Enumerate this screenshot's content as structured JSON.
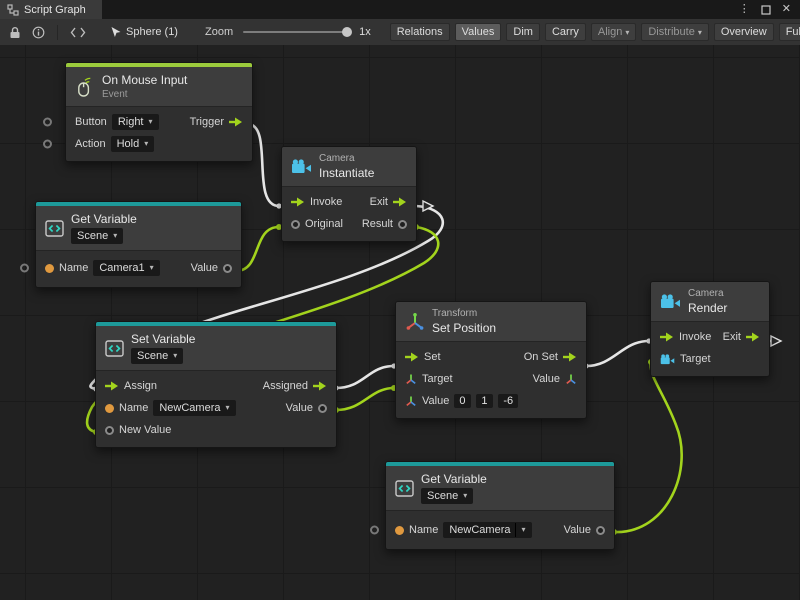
{
  "window": {
    "tab_title": "Script Graph"
  },
  "icons": {
    "menu": "⋮",
    "close": "✕",
    "dropdown_arrow": "▾"
  },
  "toolbar": {
    "target": "Sphere (1)",
    "zoom_label": "Zoom",
    "zoom_value": "1x",
    "buttons": {
      "relations": "Relations",
      "values": "Values",
      "dim": "Dim",
      "carry": "Carry",
      "align": "Align",
      "distribute": "Distribute",
      "overview": "Overview",
      "fullscreen": "Full Screen"
    }
  },
  "nodes": {
    "on_mouse_input": {
      "title": "On Mouse Input",
      "subtitle": "Event",
      "rows": {
        "button_label": "Button",
        "button_value": "Right",
        "trigger_label": "Trigger",
        "action_label": "Action",
        "action_value": "Hold"
      }
    },
    "instantiate": {
      "category": "Camera",
      "title": "Instantiate",
      "rows": {
        "invoke": "Invoke",
        "exit": "Exit",
        "original": "Original",
        "result": "Result"
      }
    },
    "get_variable_camera1": {
      "title": "Get Variable",
      "kind": "Scene",
      "rows": {
        "name_label": "Name",
        "name_value": "Camera1",
        "value_label": "Value"
      }
    },
    "set_variable": {
      "title": "Set Variable",
      "kind": "Scene",
      "rows": {
        "assign": "Assign",
        "assigned": "Assigned",
        "name_label": "Name",
        "name_value": "NewCamera",
        "value_label": "Value",
        "new_value_label": "New Value"
      }
    },
    "set_position": {
      "category": "Transform",
      "title": "Set Position",
      "rows": {
        "set": "Set",
        "on_set": "On Set",
        "target": "Target",
        "value_out": "Value",
        "value_label": "Value",
        "x": "0",
        "y": "1",
        "z": "-6"
      }
    },
    "render": {
      "category": "Camera",
      "title": "Render",
      "rows": {
        "invoke": "Invoke",
        "exit": "Exit",
        "target": "Target"
      }
    },
    "get_variable_newcamera": {
      "title": "Get Variable",
      "kind": "Scene",
      "rows": {
        "name_label": "Name",
        "name_value": "NewCamera",
        "value_label": "Value"
      }
    }
  },
  "colors": {
    "flow_green": "#a3d41d",
    "event_green": "#9ccb3c",
    "variable_teal": "#1d9a9a",
    "wire_white": "#e6e6e6",
    "string_orange": "#e0993f",
    "camera_cyan": "#4cc1e8"
  }
}
